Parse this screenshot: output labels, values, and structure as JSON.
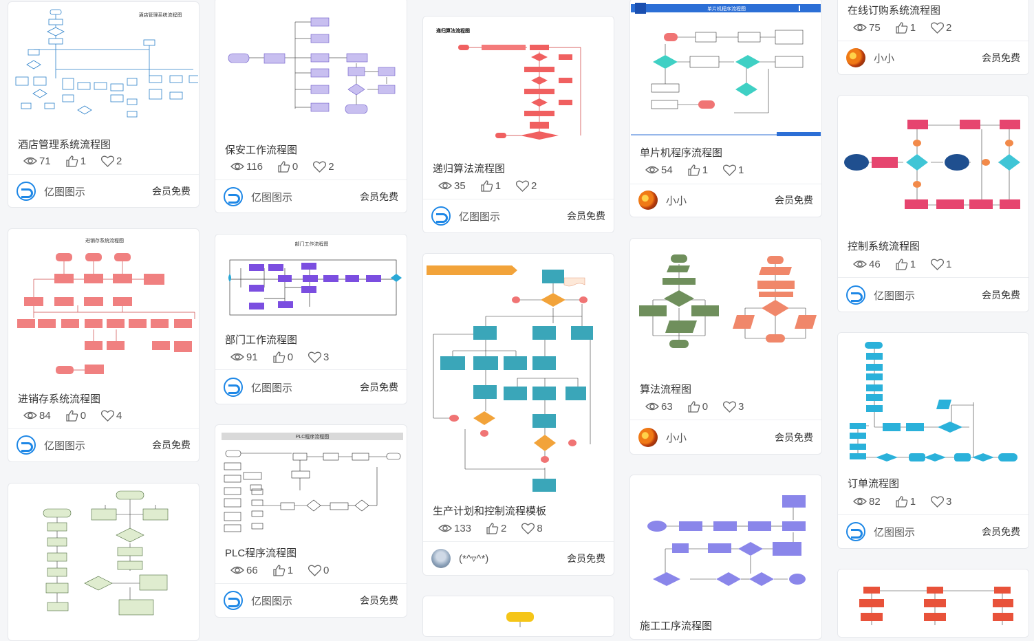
{
  "cards": [
    {
      "title": "酒店管理系统流程图",
      "views": "71",
      "likes": "1",
      "favorites": "2",
      "author": "亿图图示",
      "badge": "会员免费",
      "thumb_title": "酒店管理系统流程图"
    },
    {
      "title": "进销存系统流程图",
      "views": "84",
      "likes": "0",
      "favorites": "4",
      "author": "亿图图示",
      "badge": "会员免费",
      "thumb_title": "进销存系统流程图"
    },
    {
      "title": "保安工作流程图",
      "views": "116",
      "likes": "0",
      "favorites": "2",
      "author": "亿图图示",
      "badge": "会员免费"
    },
    {
      "title": "部门工作流程图",
      "views": "91",
      "likes": "0",
      "favorites": "3",
      "author": "亿图图示",
      "badge": "会员免费",
      "thumb_title": "部门工作流程图"
    },
    {
      "title": "PLC程序流程图",
      "views": "66",
      "likes": "1",
      "favorites": "0",
      "author": "亿图图示",
      "badge": "会员免费",
      "thumb_title": "PLC程序流程图"
    },
    {
      "title": "递归算法流程图",
      "views": "35",
      "likes": "1",
      "favorites": "2",
      "author": "亿图图示",
      "badge": "会员免费",
      "thumb_title": "递归算法流程图"
    },
    {
      "title": "生产计划和控制流程模板",
      "views": "133",
      "likes": "2",
      "favorites": "8",
      "author": "(*^▿^*)",
      "badge": "会员免费"
    },
    {
      "title": "单片机程序流程图",
      "views": "54",
      "likes": "1",
      "favorites": "1",
      "author": "小小",
      "badge": "会员免费",
      "thumb_title": "单片机程序流程图"
    },
    {
      "title": "算法流程图",
      "views": "63",
      "likes": "0",
      "favorites": "3",
      "author": "小小",
      "badge": "会员免费"
    },
    {
      "title": "施工工序流程图"
    },
    {
      "title": "在线订购系统流程图",
      "views": "75",
      "likes": "1",
      "favorites": "2",
      "author": "小小",
      "badge": "会员免费"
    },
    {
      "title": "控制系统流程图",
      "views": "46",
      "likes": "1",
      "favorites": "1",
      "author": "亿图图示",
      "badge": "会员免费"
    },
    {
      "title": "订单流程图",
      "views": "82",
      "likes": "1",
      "favorites": "3",
      "author": "亿图图示",
      "badge": "会员免费"
    }
  ],
  "icons": {
    "views": "eye-icon",
    "likes": "thumbs-up-icon",
    "favorites": "heart-icon"
  },
  "colors": {
    "coral": "#f07474",
    "lavender": "#a79ae8",
    "teal": "#3aa6b9",
    "green": "#6f8f5c",
    "pink": "#e6456f",
    "cyan": "#2aa8d6",
    "blue": "#1d87e6"
  }
}
